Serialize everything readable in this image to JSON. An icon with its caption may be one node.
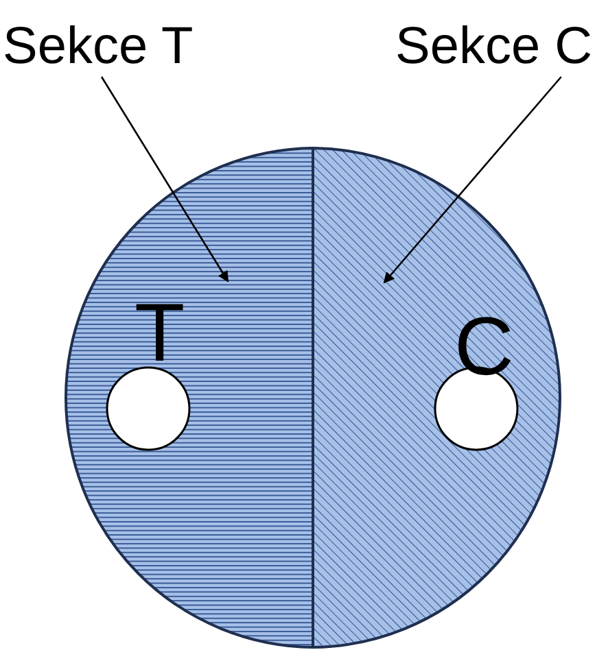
{
  "diagram": {
    "nodes": [
      {
        "text": [
          "Sekce T"
        ]
      },
      {
        "text": [
          "Sekce C"
        ]
      },
      {
        "text": [
          "T"
        ]
      },
      {
        "text": [
          "C"
        ]
      },
      {
        "text": [],
        "shape": "circle",
        "in": 2
      },
      {
        "text": [],
        "shape": "circle",
        "in": 3
      }
    ],
    "edges": [
      {
        "from": 0,
        "to": 2,
        "arrow": "to"
      },
      {
        "from": 1,
        "to": 3,
        "arrow": "to"
      }
    ]
  }
}
